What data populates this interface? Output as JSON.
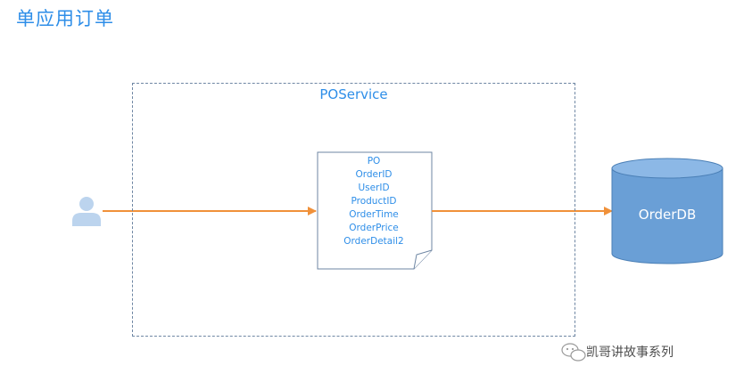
{
  "title": "单应用订单",
  "service": {
    "label": "POService"
  },
  "document": {
    "lines": [
      "PO",
      "OrderID",
      "UserID",
      "ProductID",
      "OrderTime",
      "OrderPrice",
      "OrderDetail2"
    ]
  },
  "database": {
    "label": "OrderDB"
  },
  "watermark": {
    "text": "凯哥讲故事系列"
  },
  "colors": {
    "title": "#2e8ee8",
    "arrow": "#f0913a",
    "database_fill": "#6a9fd6",
    "database_top": "#8cb8e6",
    "user_icon": "#bcd4ee",
    "border": "#6e86a3"
  },
  "icons": {
    "actor": "user-icon",
    "watermark": "wechat-icon"
  }
}
